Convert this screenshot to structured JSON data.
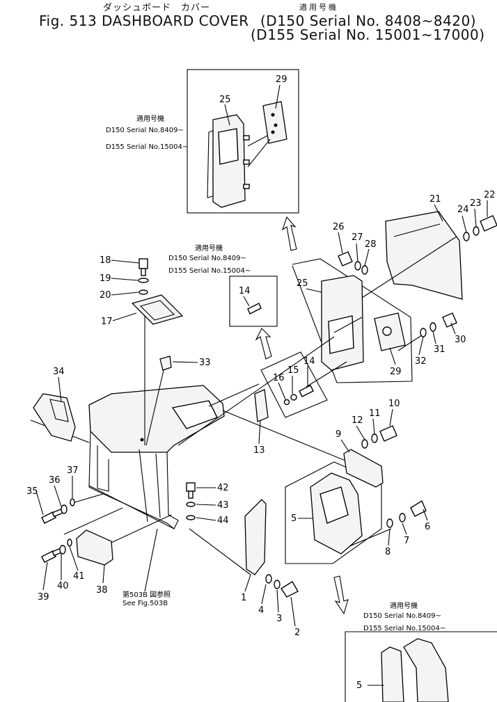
{
  "header": {
    "kana_title": "ダッシュボード　カバー",
    "kana_applicable": "適用号機",
    "title_line1": "Fig. 513 DASHBOARD COVER",
    "serial_d150": "(D150 Serial No. 8408~8420)",
    "serial_d155": "(D155 Serial No. 15001~17000)"
  },
  "inset_notes": {
    "kana": "適用号機",
    "d150": "D150 Serial  No.8409~",
    "d155": "D155 Serial  No.15004~"
  },
  "see_note": {
    "line1": "第503B 図参照",
    "line2": "See  Fig.503B"
  },
  "callouts": [
    "1",
    "2",
    "3",
    "4",
    "5",
    "6",
    "7",
    "8",
    "9",
    "10",
    "11",
    "12",
    "13",
    "14",
    "15",
    "16",
    "17",
    "18",
    "19",
    "20",
    "21",
    "22",
    "23",
    "24",
    "25",
    "26",
    "27",
    "28",
    "29",
    "30",
    "31",
    "32",
    "33",
    "34",
    "35",
    "36",
    "37",
    "38",
    "39",
    "40",
    "41",
    "42",
    "43",
    "44"
  ],
  "styles": {
    "line_color": "#000000",
    "paper_color": "#ffffff"
  }
}
